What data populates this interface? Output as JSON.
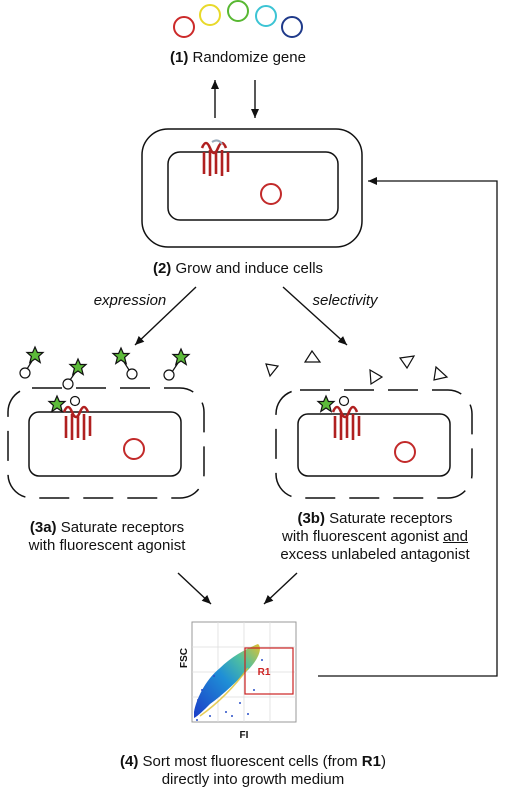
{
  "steps": {
    "s1": {
      "num": "(1)",
      "text": " Randomize gene"
    },
    "s2": {
      "num": "(2)",
      "text": " Grow and induce cells"
    },
    "s3a": {
      "num": "(3a)",
      "line1": " Saturate receptors",
      "line2": "with fluorescent agonist"
    },
    "s3b": {
      "num": "(3b)",
      "line1": " Saturate receptors",
      "line2a": "with fluorescent agonist ",
      "line2u": "and",
      "line3": "excess unlabeled antagonist"
    },
    "s4": {
      "num": "(4)",
      "line1a": " Sort most fluorescent cells (from ",
      "r1": "R1",
      "line1b": ")",
      "line2": "directly into growth medium"
    }
  },
  "branches": {
    "left": "expression",
    "right": "selectivity"
  },
  "plot": {
    "ylabel": "FSC",
    "xlabel": "FI",
    "gate": "R1",
    "gate_color": "#cc2222"
  },
  "gene_colors": [
    "#cc2a2a",
    "#e8d92a",
    "#58b832",
    "#3cc4d4",
    "#1f3a8a"
  ],
  "plasmid_color": "#c22a2a"
}
